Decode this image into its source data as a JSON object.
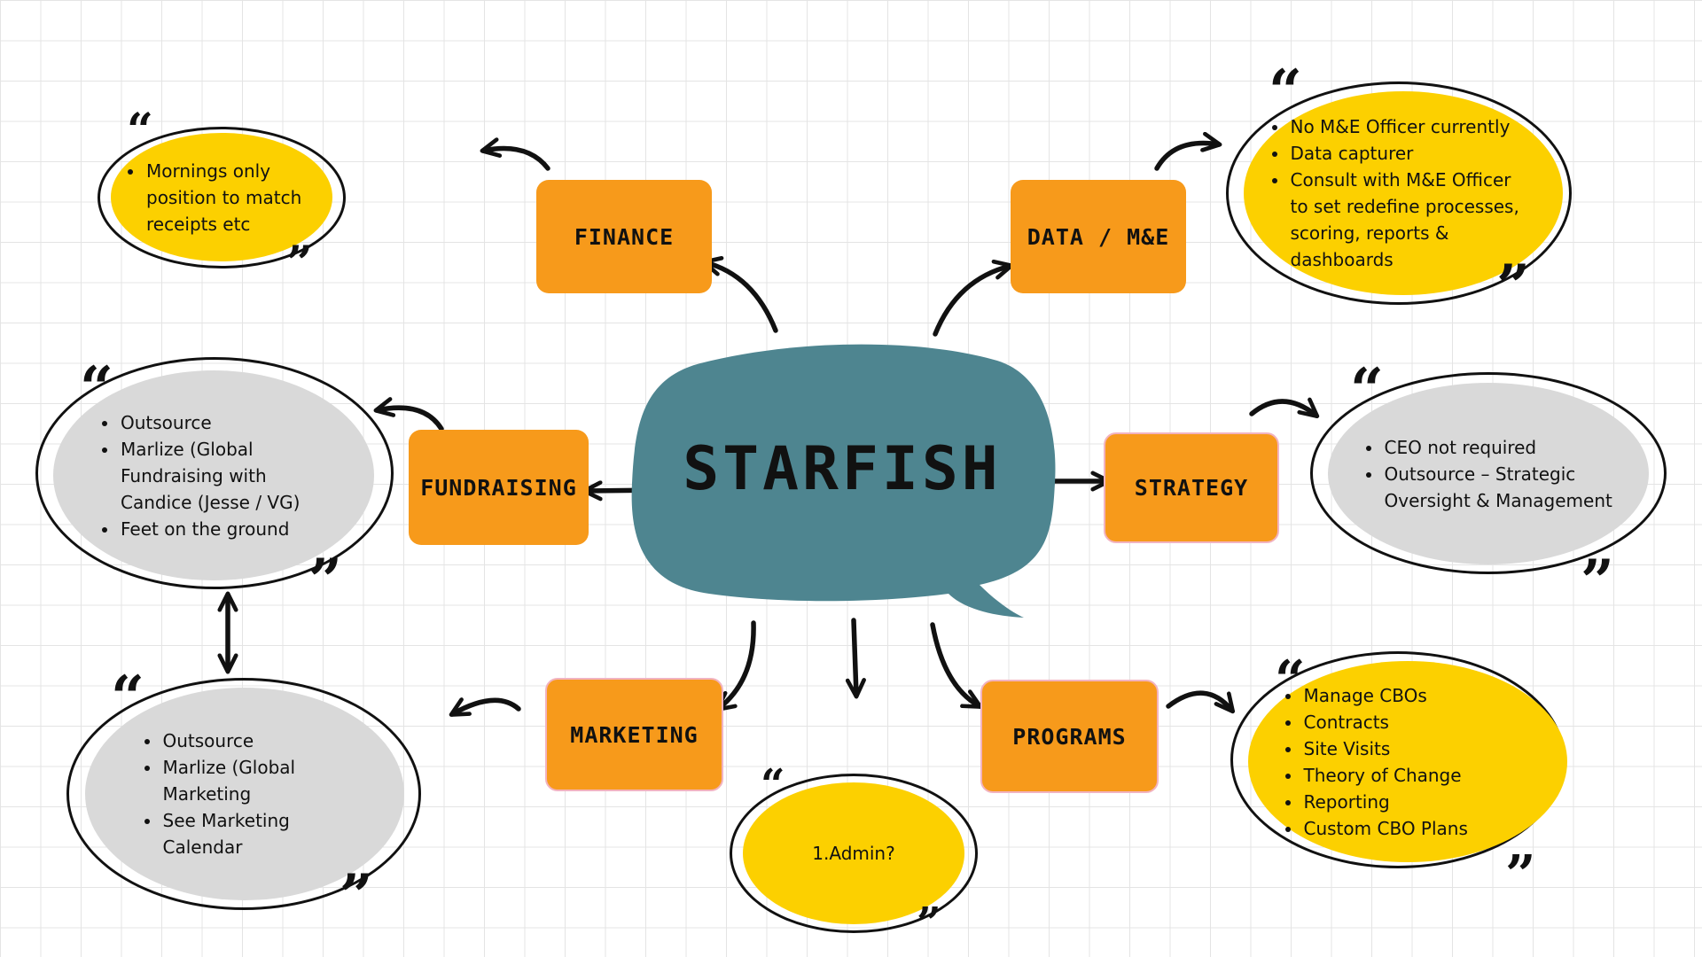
{
  "center": {
    "label": "STARFISH",
    "color": "#4e8590"
  },
  "colors": {
    "box": "#f79a1b",
    "yellow": "#fcd000",
    "gray": "#d9d9d9",
    "line": "#111111",
    "grid": "#e4e4e4"
  },
  "quote_marks": {
    "open": "“",
    "close": "”"
  },
  "boxes": {
    "finance": "FINANCE",
    "data": "DATA / M&E",
    "fundraising": "FUNDRAISING",
    "strategy": "STRATEGY",
    "marketing": "MARKETING",
    "programs": "PROGRAMS"
  },
  "notes": {
    "finance": [
      "Mornings only position to match receipts etc"
    ],
    "data": [
      "No M&E Officer currently",
      "Data capturer",
      "Consult with M&E Officer to set redefine processes, scoring,  reports & dashboards"
    ],
    "fundraising": [
      "Outsource",
      "Marlize (Global Fundraising with Candice (Jesse / VG)",
      "Feet on the ground"
    ],
    "strategy": [
      "CEO not required",
      "Outsource – Strategic Oversight & Management"
    ],
    "marketing": [
      "Outsource",
      "Marlize (Global Marketing",
      "See Marketing Calendar"
    ],
    "admin": "1.Admin?",
    "programs": [
      "Manage CBOs",
      "Contracts",
      "Site Visits",
      "Theory of Change",
      "Reporting",
      "Custom CBO Plans"
    ]
  }
}
